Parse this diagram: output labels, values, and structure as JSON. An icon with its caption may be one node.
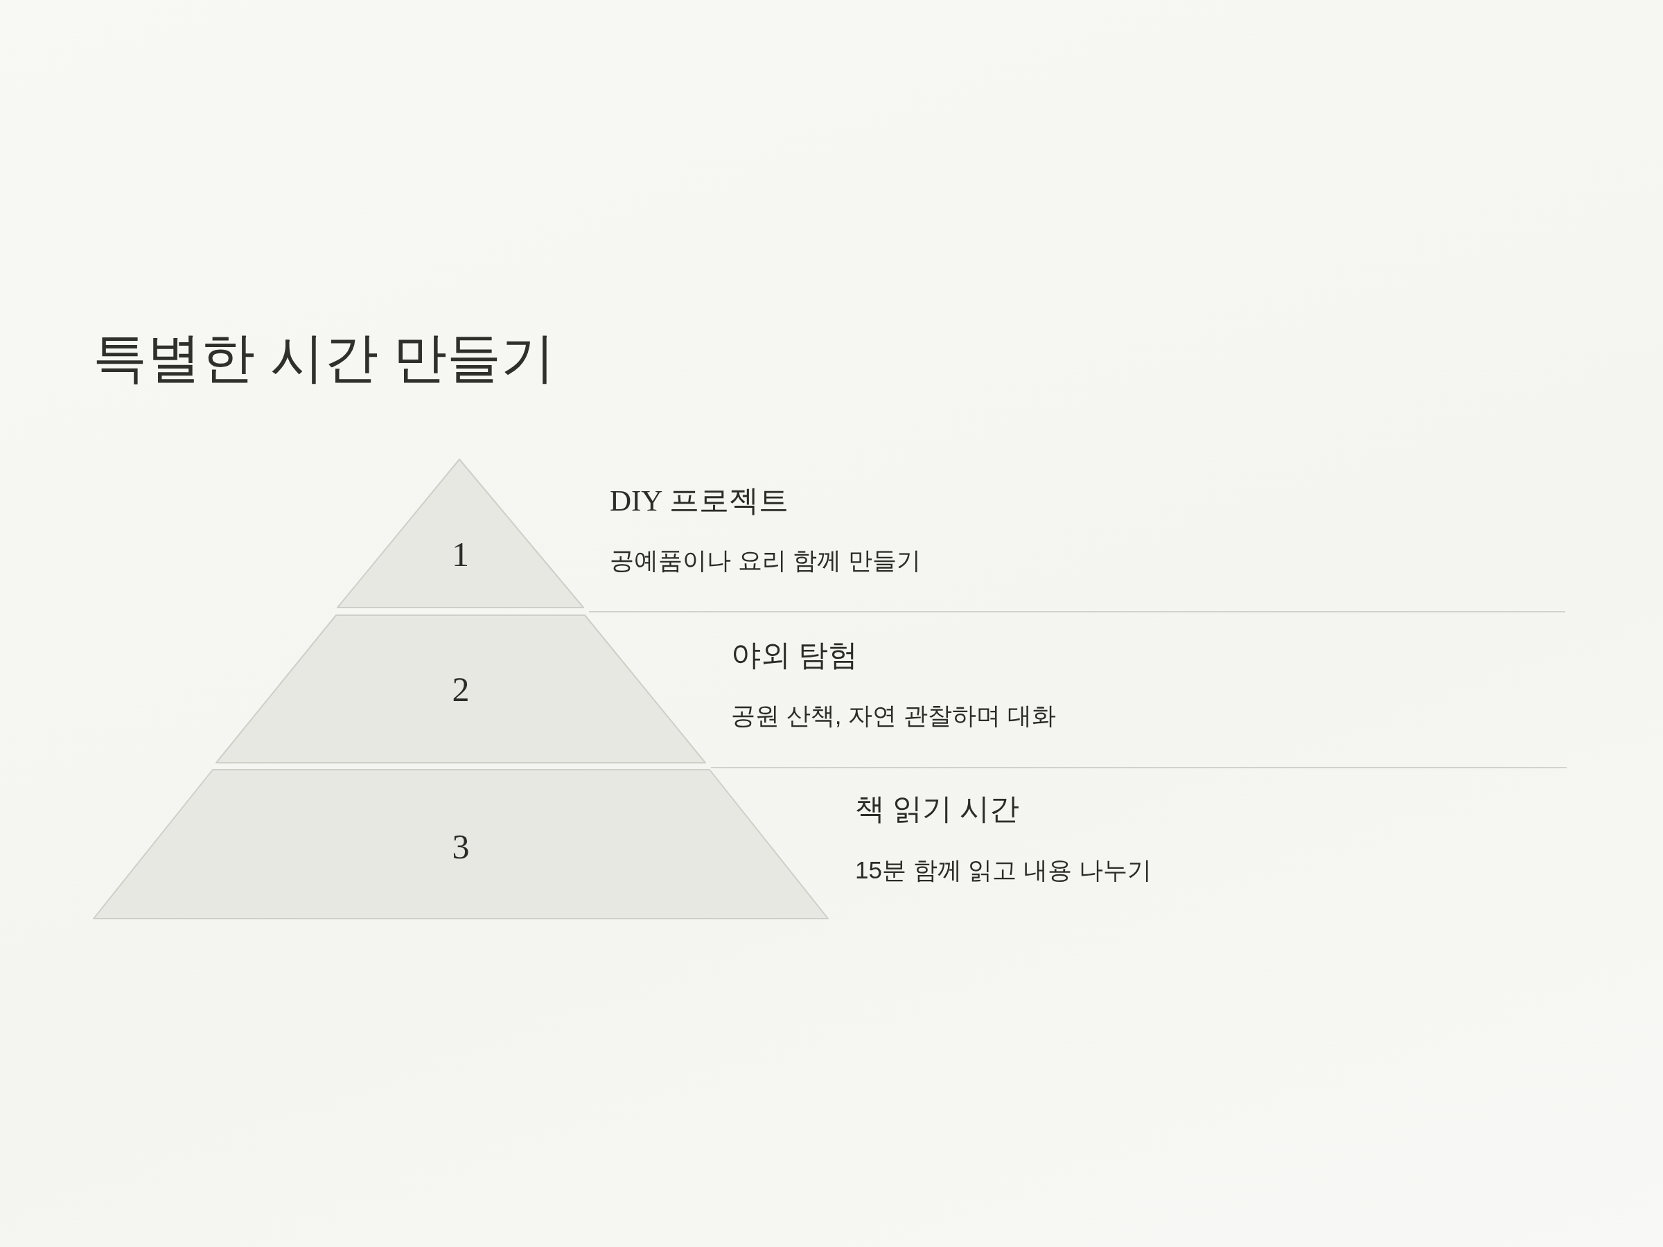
{
  "diagram": {
    "title": "특별한 시간 만들기",
    "nodes": [
      {
        "text": [
          "1"
        ],
        "beside": [
          "DIY 프로젝트",
          "공예품이나 요리 함께 만들기"
        ]
      },
      {
        "text": [
          "2"
        ],
        "beside": [
          "야외 탐험",
          "공원 산책, 자연 관찰하며 대화"
        ]
      },
      {
        "text": [
          "3"
        ],
        "beside": [
          "책 읽기 시간",
          "15분 함께 읽고 내용 나누기"
        ]
      }
    ]
  }
}
